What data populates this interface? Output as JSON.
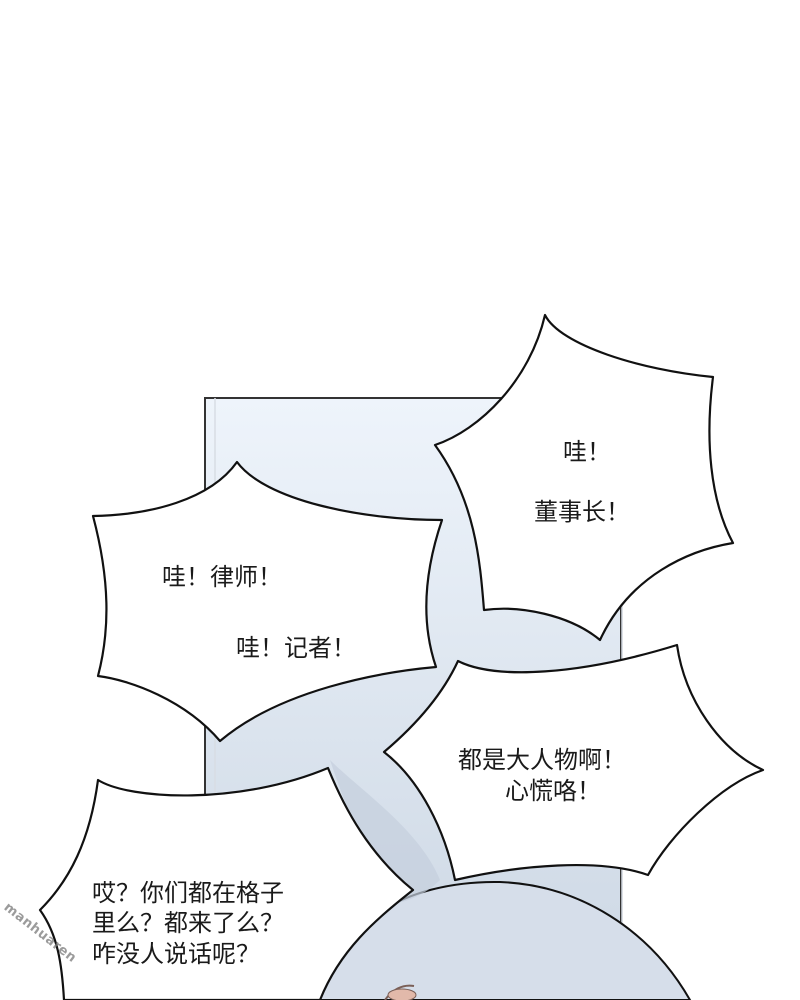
{
  "panel": {
    "bubbles": [
      {
        "id": "bubble-top-right",
        "lines": [
          "哇！",
          "董事长！"
        ]
      },
      {
        "id": "bubble-left",
        "lines": [
          "哇！律师！",
          "哇！记者！"
        ]
      },
      {
        "id": "bubble-mid-right",
        "lines": [
          "都是大人物啊！",
          "心慌咯！"
        ]
      },
      {
        "id": "bubble-bottom-left",
        "lines": [
          "哎？你们都在格子",
          "里么？都来了么？",
          "咋没人说话呢？"
        ]
      }
    ],
    "watermark": "manhuaren"
  },
  "colors": {
    "background": "#ffffff",
    "window_top": "#eef4fb",
    "window_bottom": "#cbd6e3",
    "outline": "#111111",
    "creature": "#d6deea",
    "creature_edge": "#9aa7b8",
    "skin": "#e2b9aa"
  }
}
